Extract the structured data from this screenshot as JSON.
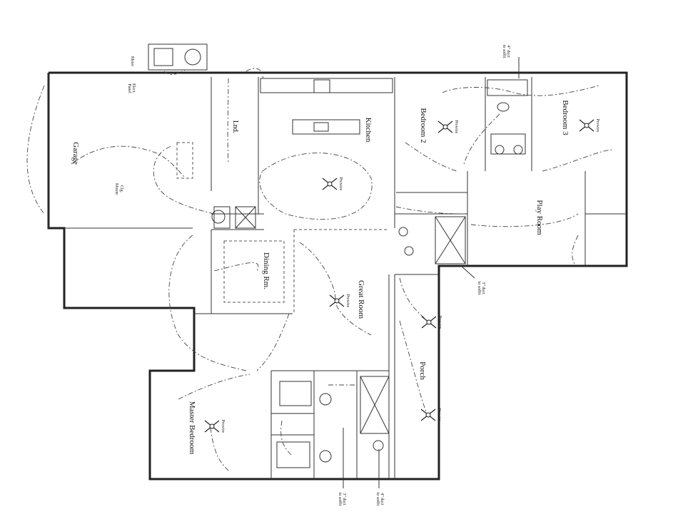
{
  "rooms": {
    "garage": "Garage",
    "laundry": "Lnd.",
    "kitchen": "Kitchen",
    "bedroom2": "Bedroom 2",
    "bedroom3": "Bedroom 3",
    "play_room": "Play Room",
    "dining": "Dining Rm.",
    "great_room": "Great Room",
    "porch": "Porch",
    "master_bedroom": "Master Bedroom"
  },
  "notes": {
    "meter": "Meter",
    "elect_panel_1": "Elect.",
    "elect_panel_2": "Panel",
    "clg_mount_1": "Clg.",
    "clg_mount_2": "Mount",
    "prewire": "Prewire",
    "duct_4_a": "4\" duct",
    "duct_4_b": "to soffit",
    "duct_3_a": "3\" duct",
    "duct_3_b": "to soffit"
  }
}
